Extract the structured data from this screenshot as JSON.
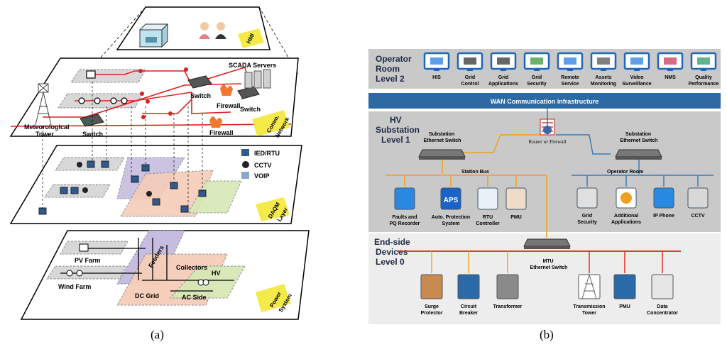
{
  "panel_a": {
    "caption": "(a)",
    "layers": {
      "hmi": "HMI",
      "comm": "Comm.\nNetwork",
      "daqm": "DAQM\nLayer",
      "power": "Power\nSystem"
    },
    "labels": {
      "scada": "SCADA Servers",
      "switch_a": "Switch",
      "switch_b": "Switch",
      "switch_c": "Switch",
      "firewall_a": "Firewall",
      "firewall_b": "Firewall",
      "met_tower": "Meteorological\nTower",
      "ied": "IED/RTU",
      "cctv": "CCTV",
      "voip": "VOIP",
      "pv_farm": "PV Farm",
      "wind_farm": "Wind Farm",
      "feeders": "Feeders",
      "collectors": "Collectors",
      "dc_grid": "DC Grid",
      "ac_side": "AC Side",
      "hv": "HV"
    }
  },
  "panel_b": {
    "caption": "(b)",
    "operator_room": "Operator\nRoom\nLevel 2",
    "apps": [
      {
        "label": "HIS",
        "color": "#2a7de1",
        "icon": "pie-chart-icon"
      },
      {
        "label": "Grid\nControl",
        "color": "#333333",
        "icon": "sine-wave-icon"
      },
      {
        "label": "Grid\nApplications",
        "color": "#333333",
        "icon": "waveform-icon"
      },
      {
        "label": "Grid\nSecurity",
        "color": "#3a9a3a",
        "icon": "shield-icon"
      },
      {
        "label": "Remote\nService",
        "color": "#2a7de1",
        "icon": "cloud-icon"
      },
      {
        "label": "Assets\nMonitoring",
        "color": "#555555",
        "icon": "chip-icon"
      },
      {
        "label": "Video\nSurveillance",
        "color": "#2a7de1",
        "icon": "camera-icon"
      },
      {
        "label": "NMS",
        "color": "#c83a5a",
        "icon": "heart-icon"
      },
      {
        "label": "Quality\nPerformance",
        "color": "#2a9a6a",
        "icon": "line-chart-icon"
      }
    ],
    "wan": "WAN Communication infrastructure",
    "hv_substation": "HV\nSubstation\nLevel 1",
    "substation_switch_left": "Substation\nEthernet Switch",
    "substation_switch_right": "Substation\nEthernet Switch",
    "router": "Router w/ Firewall",
    "station_bus": "Station Bus",
    "operator_room_bus": "Operator Room",
    "station_devices": [
      {
        "label": "Faults and\nPQ Recorder",
        "icon": "recorder-icon"
      },
      {
        "label": "Auto. Protection\nSystem",
        "icon": "aps-icon"
      },
      {
        "label": "RTU\nController",
        "icon": "rtu-icon"
      },
      {
        "label": "PMU",
        "icon": "pmu-icon"
      }
    ],
    "aps_text": "APS",
    "operator_devices": [
      {
        "label": "Grid\nSecurity",
        "icon": "grid-security-icon"
      },
      {
        "label": "Additional\nApplications",
        "icon": "monitor-chart-icon"
      },
      {
        "label": "IP Phone",
        "icon": "ip-phone-icon"
      },
      {
        "label": "CCTV",
        "icon": "cctv-icon"
      }
    ],
    "end_side": "End-side\nDevices\nLevel 0",
    "mtu_switch": "MTU\nEthernet Switch",
    "end_devices": [
      {
        "label": "Surge\nProtector",
        "icon": "surge-protector-icon"
      },
      {
        "label": "Circuit\nBreaker",
        "icon": "circuit-breaker-icon"
      },
      {
        "label": "Transformer",
        "icon": "transformer-icon"
      },
      {
        "label": "Transmission\nTower",
        "icon": "tower-icon"
      },
      {
        "label": "PMU",
        "icon": "pmu-icon"
      },
      {
        "label": "Data\nConcentrator",
        "icon": "data-concentrator-icon"
      }
    ],
    "colors": {
      "wan": "#2d6aa3",
      "bus": "#f0a020",
      "link": "#3b7ab8",
      "field": "#e02020"
    }
  }
}
